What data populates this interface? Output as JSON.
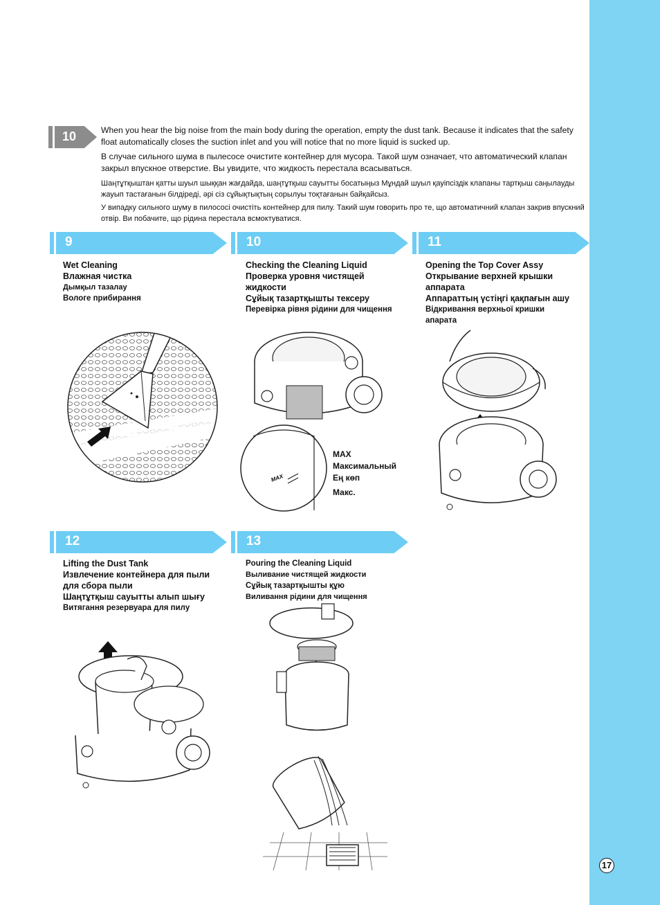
{
  "page_number": "17",
  "note": {
    "number": "10",
    "en": "When you hear the big noise from the main body during the operation, empty the dust tank. Because it indicates that the safety float automatically closes the suction inlet and you will notice that no more liquid is sucked up.",
    "ru": "В случае сильного шума в пылесосе очистите контейнер для мусора. Такой шум означает, что автоматический клапан закрыл впускное отверстие. Вы увидите, что жидкость перестала всасываться.",
    "kz": "Шаңтұтқыштан қатты шуыл шыққан жағдайда, шаңтұтқыш сауытты босатыңыз Мұндай шуыл қауіпсіздік клапаны тартқыш саңылауды жауып тастағанын білдіреді, әрі сіз сұйықтықтың сорылуы тоқтағанын байқайсыз.",
    "ua": "У випадку сильного шуму в пилососі очистіть контейнер для пилу. Такий шум говорить про те, що автоматичний клапан закрив впускний отвір. Ви побачите, що рідина перестала всмоктуватися."
  },
  "steps": [
    {
      "number": "9",
      "lines": [
        "Wet Cleaning",
        "Влажная чистка",
        "Дымқыл тазалау",
        "Вологе прибирання"
      ]
    },
    {
      "number": "10",
      "lines": [
        "Checking the Cleaning Liquid",
        "Проверка уровня чистящей",
        "жидкости",
        "Сұйық тазартқышты тексеру",
        "Перевірка рівня рідини для чищення"
      ]
    },
    {
      "number": "11",
      "lines": [
        "Opening the Top Cover Assy",
        "Открывание верхней крышки",
        "аппарата",
        "Аппараттың үстіңгі қақпағын ашу",
        "Відкривання верхньої кришки",
        "апарата"
      ]
    },
    {
      "number": "12",
      "lines": [
        "Lifting the Dust Tank",
        "Извлечение контейнера для пыли",
        "для сбора пыли",
        "Шаңтұтқыш сауытты алып шығу",
        "Витягання резервуара для пилу"
      ]
    },
    {
      "number": "13",
      "lines": [
        "Pouring the Cleaning Liquid",
        "Выливание чистящей жидкости",
        "Сұйық тазартқышты құю",
        "Виливання рідини для чищення"
      ]
    }
  ],
  "max_label": {
    "en": "MAX",
    "ru": "Максимальный",
    "kz": "Ең көп",
    "ua": "Макс."
  },
  "max_mark": "MAX"
}
